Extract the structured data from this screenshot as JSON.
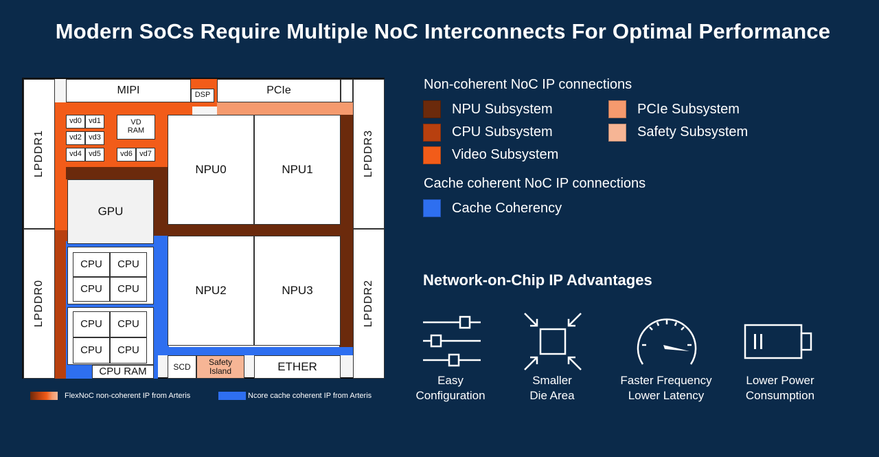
{
  "title": "Modern SoCs Require Multiple NoC Interconnects For Optimal Performance",
  "chip": {
    "mipi": "MIPI",
    "dsp": "DSP",
    "pcie": "PCIe",
    "lpddr1": "LPDDR1",
    "lpddr0": "LPDDR0",
    "lpddr3": "LPDDR3",
    "lpddr2": "LPDDR2",
    "vd": [
      "vd0",
      "vd1",
      "vd2",
      "vd3",
      "vd4",
      "vd5",
      "vd6",
      "vd7"
    ],
    "vd_ram_line1": "VD",
    "vd_ram_line2": "RAM",
    "gpu": "GPU",
    "cpu": "CPU",
    "cpu_ram": "CPU RAM",
    "npu0": "NPU0",
    "npu1": "NPU1",
    "npu2": "NPU2",
    "npu3": "NPU3",
    "scd": "SCD",
    "safety_line1": "Safety",
    "safety_line2": "Island",
    "ether": "ETHER"
  },
  "footer": {
    "noncoherent": "FlexNoC non-coherent IP from Arteris",
    "coherent": "Ncore cache coherent IP from Arteris"
  },
  "legend": {
    "noncoherent_heading": "Non-coherent NoC IP connections",
    "items": [
      {
        "label": "NPU Subsystem",
        "color": "#6b2a0c"
      },
      {
        "label": "CPU Subsystem",
        "color": "#b8400f"
      },
      {
        "label": "Video Subsystem",
        "color": "#f25c19"
      },
      {
        "label": "PCIe Subsystem",
        "color": "#f59a6e"
      },
      {
        "label": "Safety Subsystem",
        "color": "#f6b595"
      }
    ],
    "coherent_heading": "Cache coherent NoC IP connections",
    "coherent_item": {
      "label": "Cache Coherency",
      "color": "#2e6ff0"
    }
  },
  "advantages": {
    "heading": "Network-on-Chip IP Advantages",
    "items": [
      {
        "line1": "Easy",
        "line2": "Configuration",
        "icon": "sliders-icon"
      },
      {
        "line1": "Smaller",
        "line2": "Die Area",
        "icon": "shrink-arrows-icon"
      },
      {
        "line1": "Faster Frequency",
        "line2": "Lower Latency",
        "icon": "speedometer-icon"
      },
      {
        "line1": "Lower Power",
        "line2": "Consumption",
        "icon": "battery-icon"
      }
    ]
  }
}
